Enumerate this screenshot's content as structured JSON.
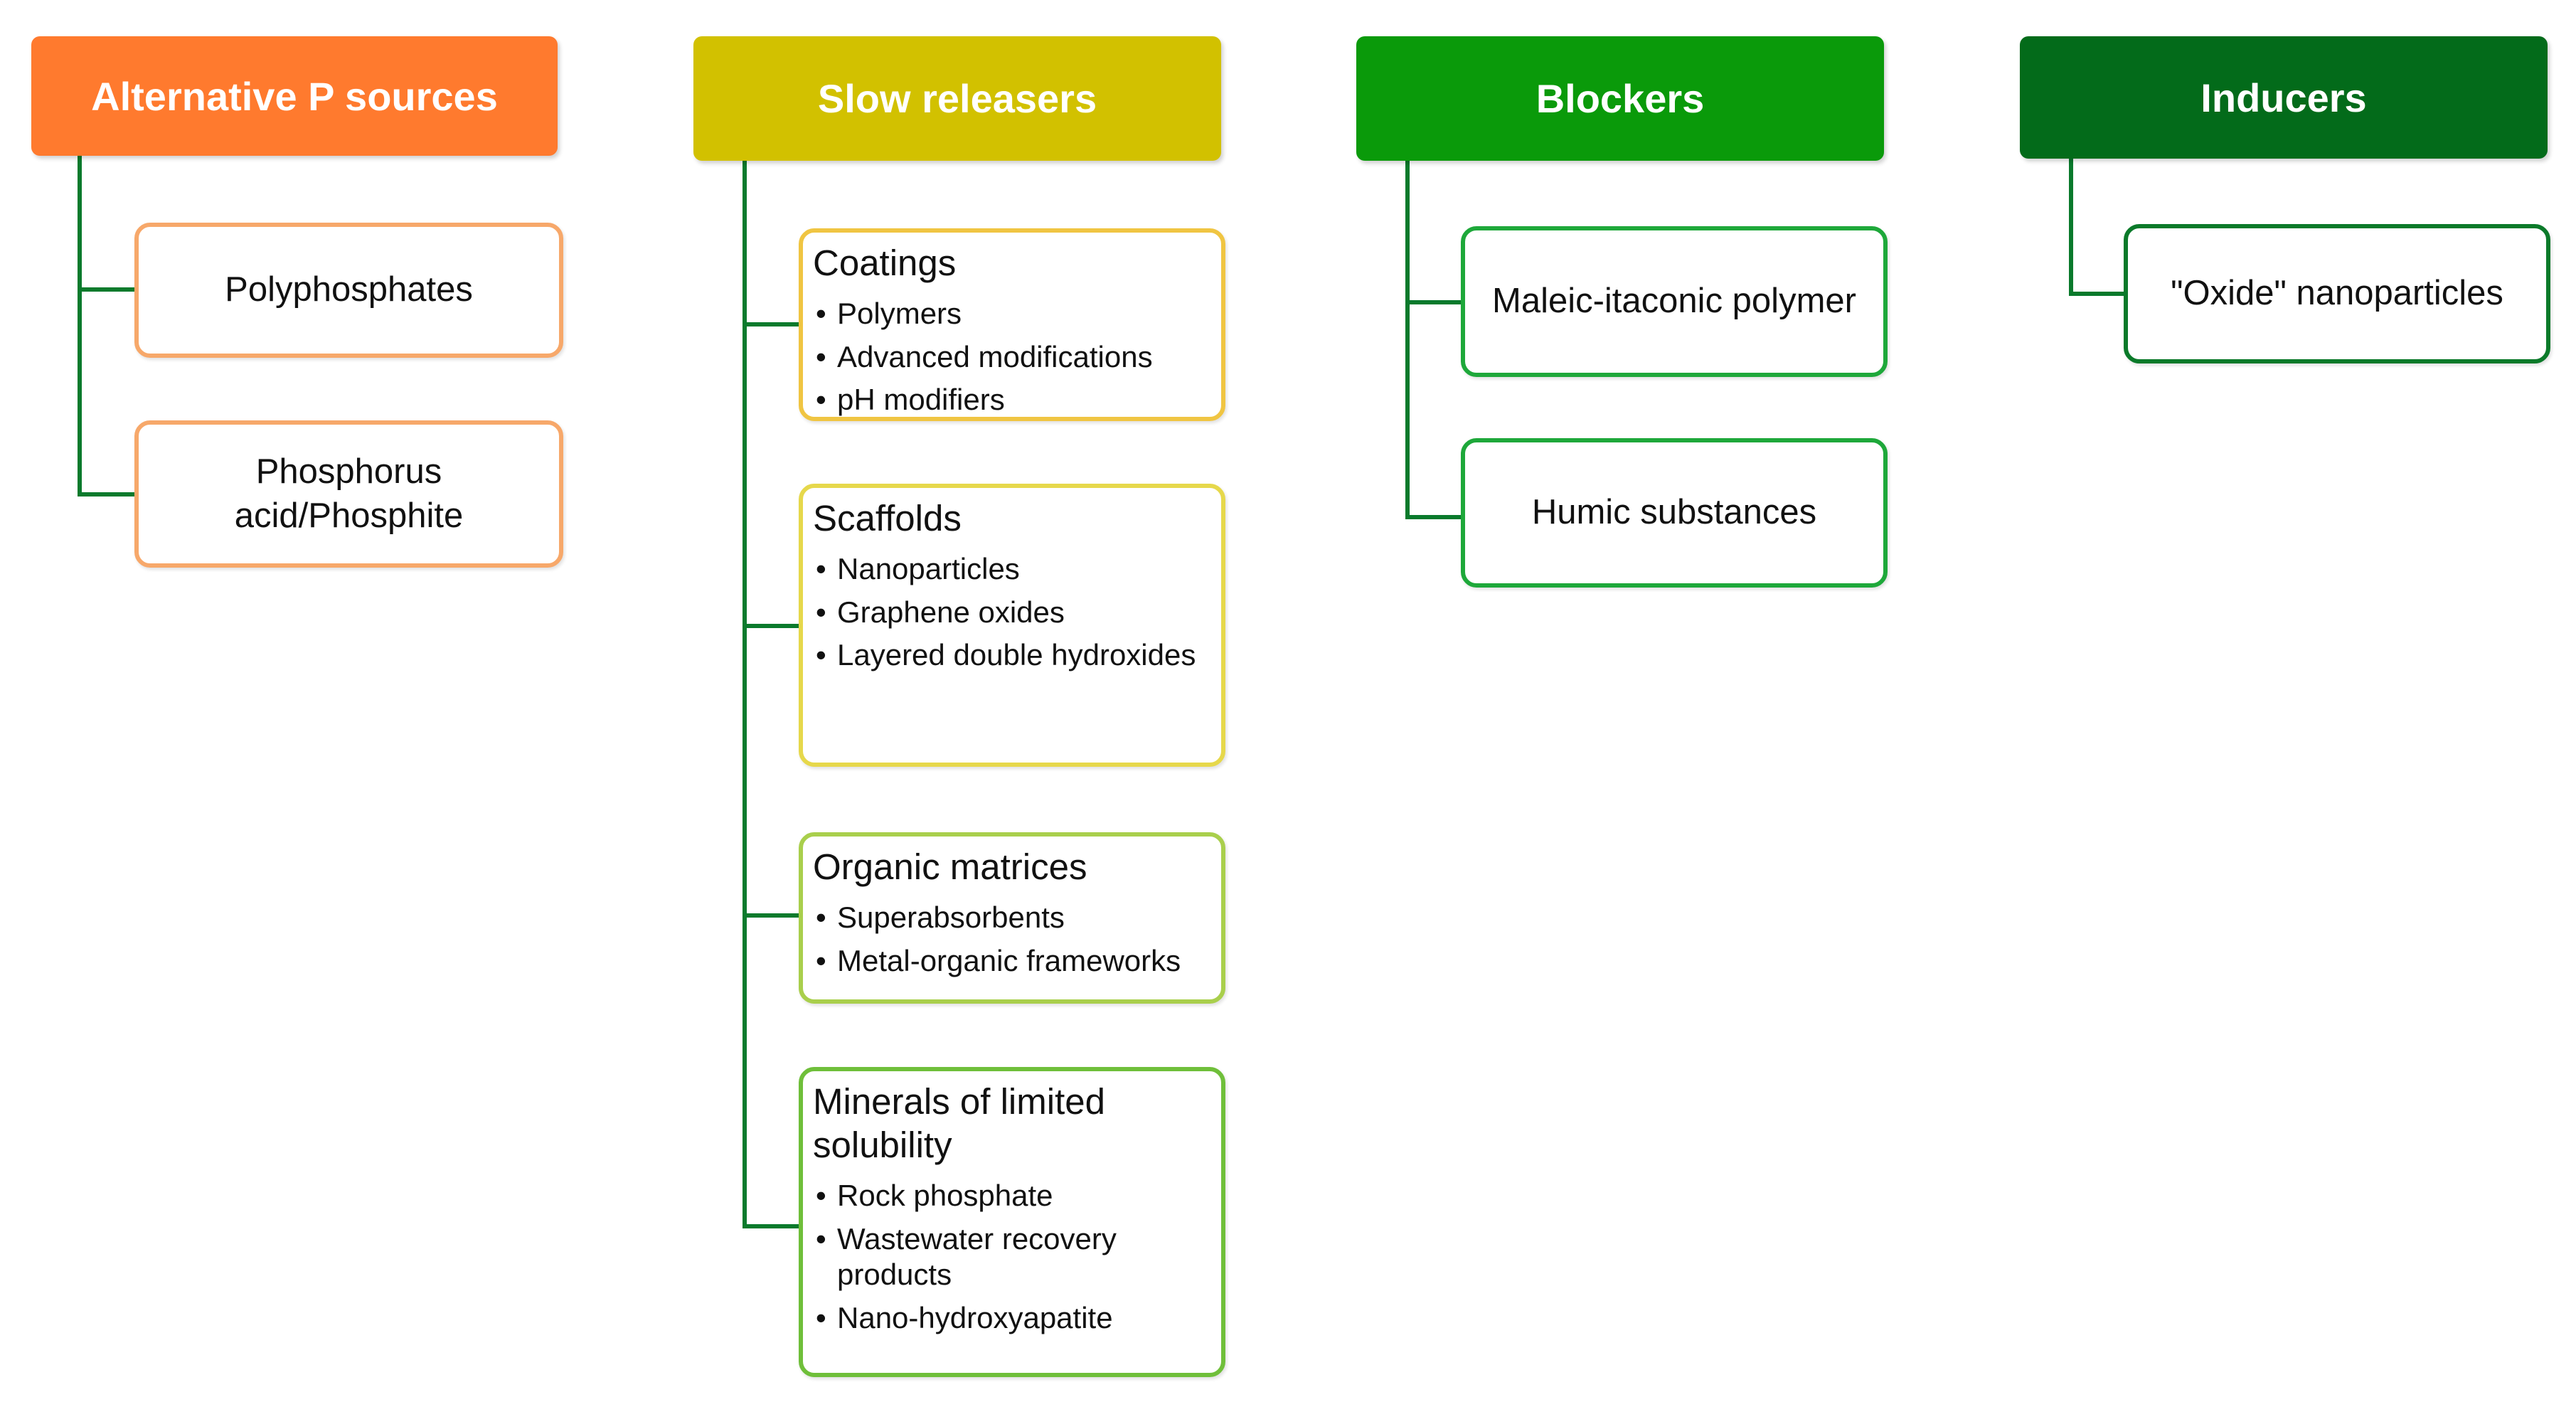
{
  "colors": {
    "orange": "#ff7a2e",
    "orange_light": "#f7a86a",
    "yellow": "#d2c100",
    "yellow_light": "#e6d84b",
    "green": "#0a9a0a",
    "green_dark": "#036b1a",
    "connector": "#0a7a2c"
  },
  "columns": [
    {
      "title": "Alternative P sources",
      "items": [
        {
          "label": "Polyphosphates"
        },
        {
          "label": "Phosphorus acid/Phosphite"
        }
      ]
    },
    {
      "title": "Slow releasers",
      "items": [
        {
          "label": "Coatings",
          "bullets": [
            "Polymers",
            "Advanced modifications",
            "pH modifiers"
          ]
        },
        {
          "label": "Scaffolds",
          "bullets": [
            "Nanoparticles",
            "Graphene oxides",
            "Layered double hydroxides"
          ]
        },
        {
          "label": "Organic matrices",
          "bullets": [
            "Superabsorbents",
            "Metal-organic frameworks"
          ]
        },
        {
          "label": "Minerals of limited solubility",
          "bullets": [
            "Rock phosphate",
            "Wastewater recovery products",
            "Nano-hydroxyapatite"
          ]
        }
      ]
    },
    {
      "title": "Blockers",
      "items": [
        {
          "label": "Maleic-itaconic polymer"
        },
        {
          "label": "Humic substances"
        }
      ]
    },
    {
      "title": "Inducers",
      "items": [
        {
          "label": "\"Oxide\" nanoparticles"
        }
      ]
    }
  ]
}
